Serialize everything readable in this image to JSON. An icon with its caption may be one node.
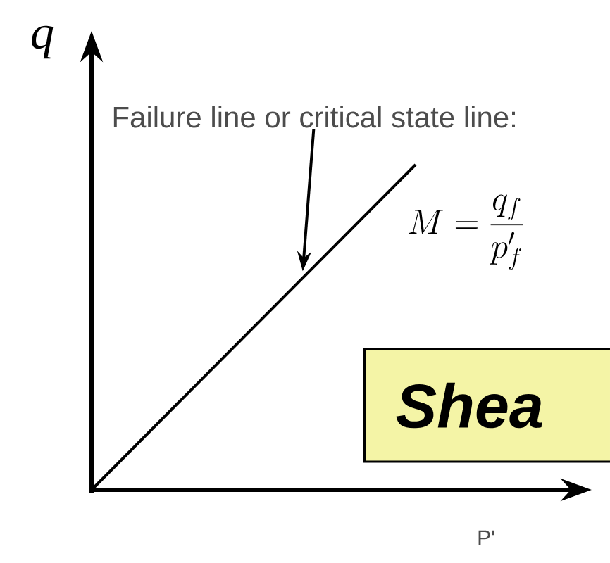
{
  "diagram": {
    "nodes": [
      {
        "text": [
          "Failure line or critical state line:"
        ]
      },
      {
        "text": [
          "Shea"
        ]
      },
      {
        "text": [],
        "shape": "line"
      }
    ],
    "edges": [
      {
        "from": 0,
        "to": 2,
        "arrow": "to"
      }
    ],
    "labels": [
      "q",
      "M = \\frac{q_f}{p'_f}",
      "P'"
    ]
  }
}
